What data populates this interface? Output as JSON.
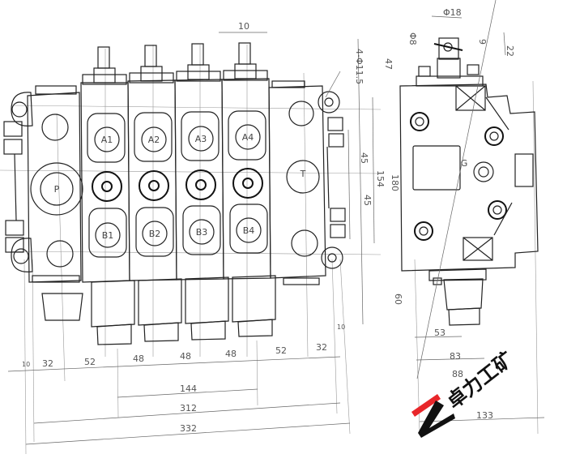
{
  "drawing": {
    "type": "multi-way directional valve outline drawing",
    "front_view": {
      "ports": {
        "pressure": "P",
        "tank": "T"
      },
      "work_ports_a": [
        "A1",
        "A2",
        "A3",
        "A4"
      ],
      "work_ports_b": [
        "B1",
        "B2",
        "B3",
        "B4"
      ],
      "mounting_holes": "4-Φ11.5"
    },
    "side_view": {
      "port_label": "G",
      "spool_diameter": "Φ18",
      "pin_hole": "Φ8",
      "dims": {
        "pin_offset": "9",
        "pin_height": "22"
      }
    },
    "dimensions": {
      "spool_pitch": "10",
      "horizontal_chain": [
        "10",
        "32",
        "52",
        "48",
        "48",
        "48",
        "52",
        "32",
        "10"
      ],
      "span_144": "144",
      "span_312": "312",
      "span_332": "332",
      "vertical_47": "47",
      "vertical_45a": "45",
      "vertical_45b": "45",
      "vertical_154": "154",
      "vertical_180": "180",
      "vertical_60": "60",
      "side_53": "53",
      "side_83": "83",
      "side_88": "88",
      "side_133": "133"
    }
  },
  "watermark": {
    "brand_text": "卓力工矿",
    "logo_letter": "Z",
    "accent_color": "#e8262a"
  }
}
